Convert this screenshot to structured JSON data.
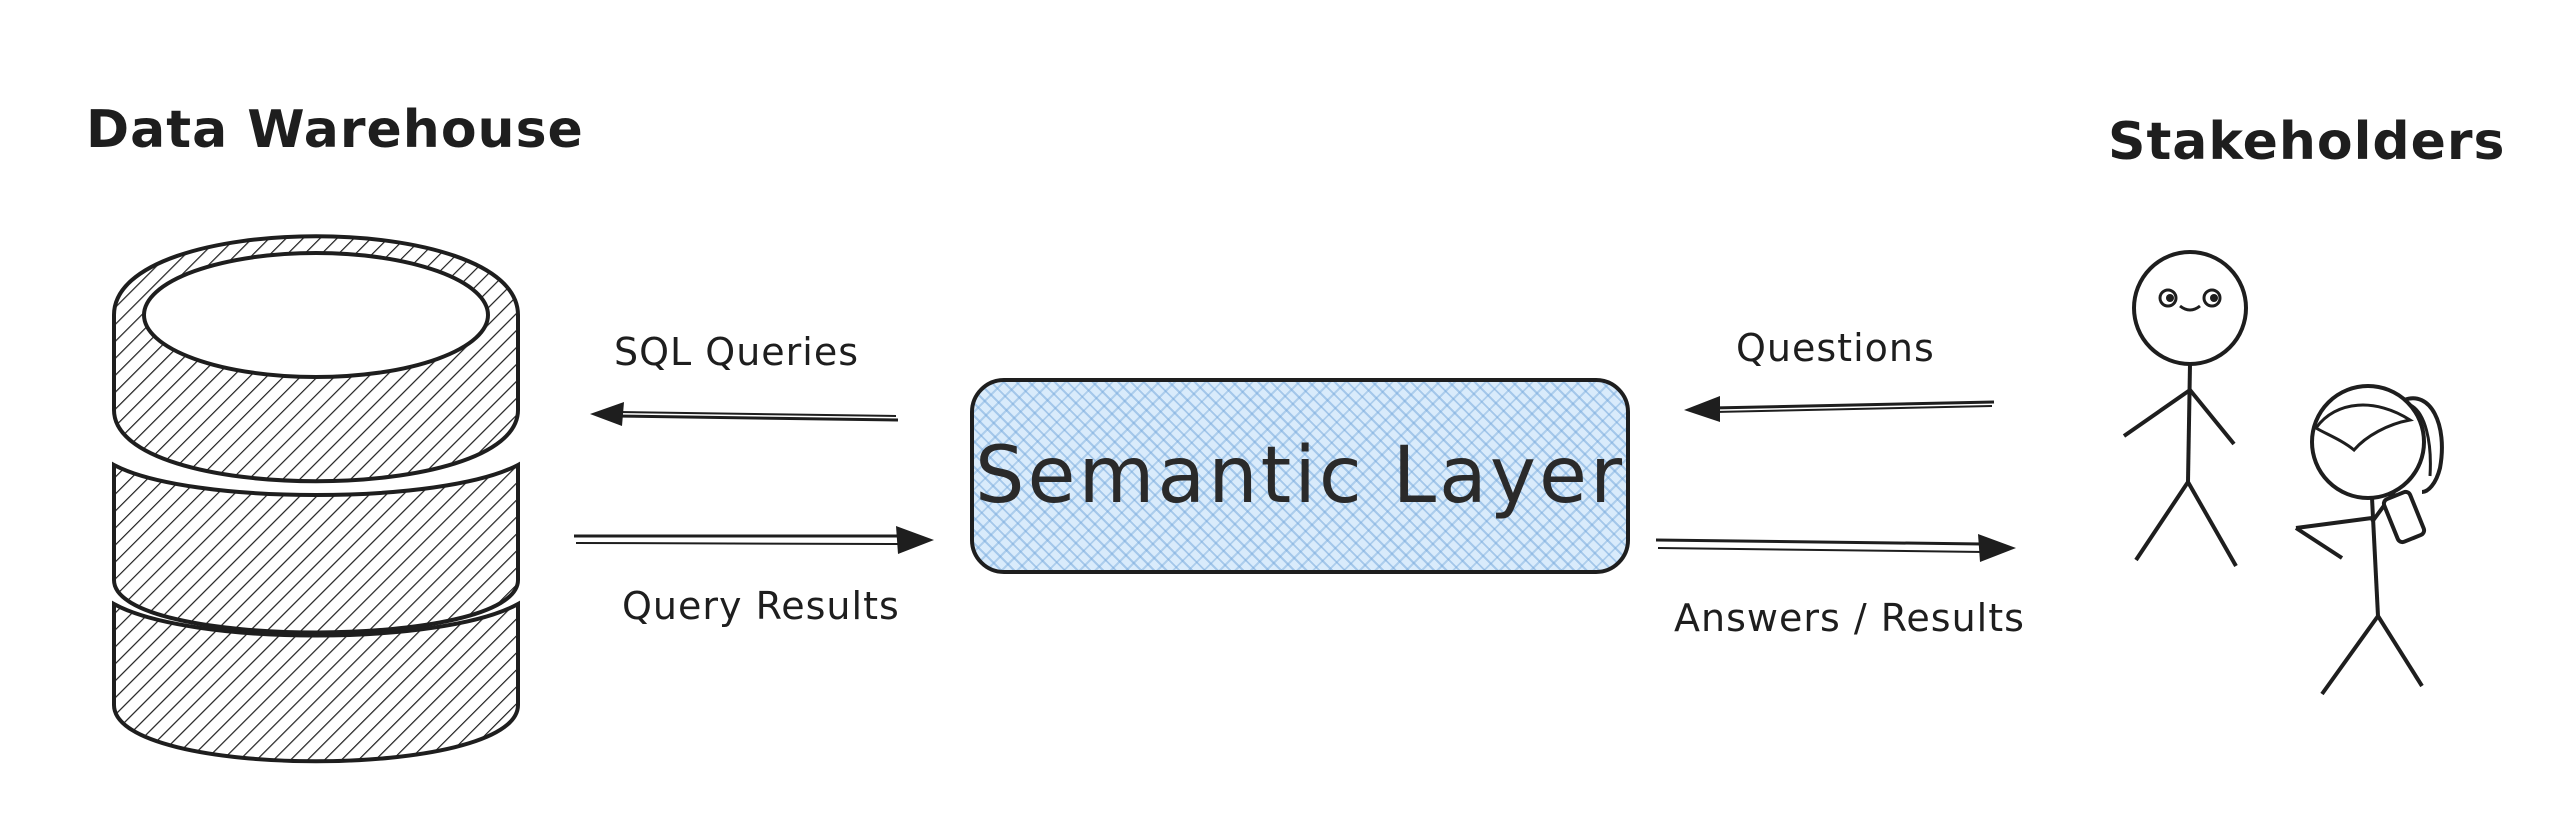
{
  "diagram": {
    "warehouse_title": "Data Warehouse",
    "stakeholders_title": "Stakeholders",
    "center_label": "Semantic Layer",
    "edges": {
      "sql_queries": "SQL Queries",
      "query_results": "Query Results",
      "questions": "Questions",
      "answers_results": "Answers / Results"
    },
    "colors": {
      "ink": "#1e1e1e",
      "box_fill": "#d9ebfb",
      "box_hatch": "#78aadc"
    },
    "icons": [
      "database-icon",
      "stick-figure-icon",
      "stick-figure-with-phone-icon"
    ]
  }
}
